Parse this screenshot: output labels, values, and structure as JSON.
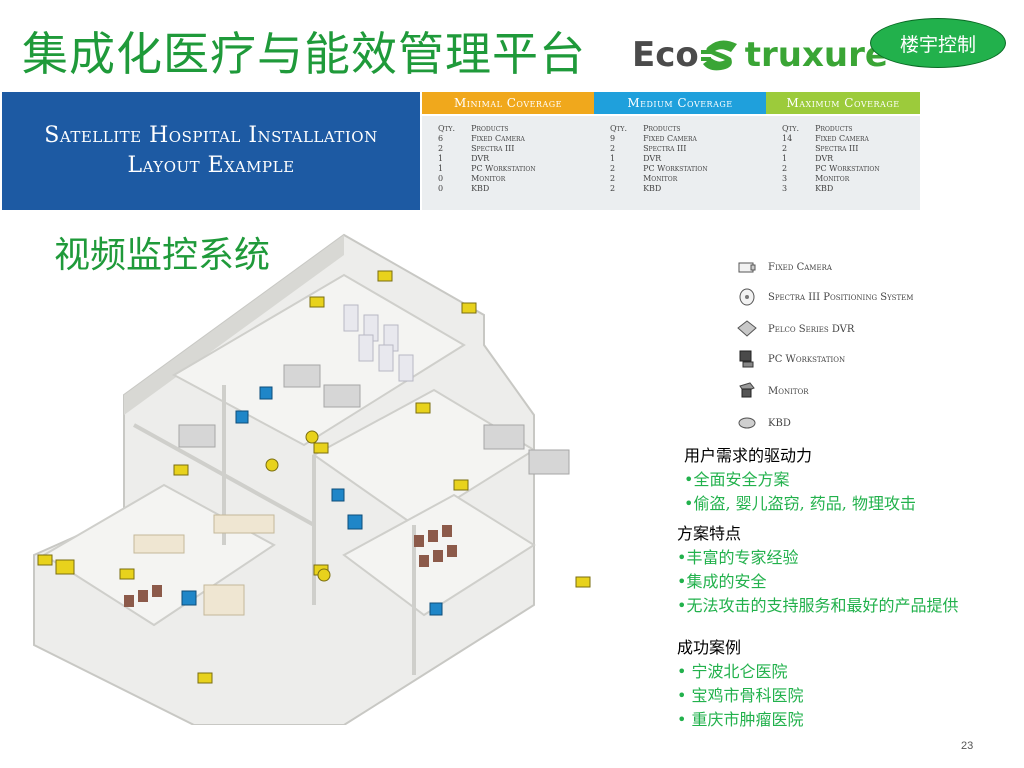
{
  "title": "集成化医疗与能效管理平台",
  "logo": {
    "eco": "Eco",
    "rest": "truxure"
  },
  "badge": "楼宇控制",
  "banner": {
    "left_line1": "Satellite Hospital Installation",
    "left_line2": "Layout Example",
    "columns": [
      {
        "header": "Minimal Coverage",
        "color": "#f0a81c",
        "qty_label": "Qty.",
        "products_label": "Products",
        "rows": [
          [
            "6",
            "Fixed Camera"
          ],
          [
            "2",
            "Spectra III"
          ],
          [
            "1",
            "DVR"
          ],
          [
            "1",
            "PC Workstation"
          ],
          [
            "0",
            "Monitor"
          ],
          [
            "0",
            "KBD"
          ]
        ]
      },
      {
        "header": "Medium Coverage",
        "color": "#1fa0dc",
        "qty_label": "Qty.",
        "products_label": "Products",
        "rows": [
          [
            "9",
            "Fixed Camera"
          ],
          [
            "2",
            "Spectra III"
          ],
          [
            "1",
            "DVR"
          ],
          [
            "2",
            "PC Workstation"
          ],
          [
            "2",
            "Monitor"
          ],
          [
            "2",
            "KBD"
          ]
        ]
      },
      {
        "header": "Maximum Coverage",
        "color": "#9ccb3b",
        "qty_label": "Qty.",
        "products_label": "Products",
        "rows": [
          [
            "14",
            "Fixed Camera"
          ],
          [
            "2",
            "Spectra III"
          ],
          [
            "1",
            "DVR"
          ],
          [
            "2",
            "PC Workstation"
          ],
          [
            "3",
            "Monitor"
          ],
          [
            "3",
            "KBD"
          ]
        ]
      }
    ]
  },
  "video_title": "视频监控系统",
  "legend": [
    {
      "label": "Fixed Camera",
      "icon": "fixed-camera-icon"
    },
    {
      "label": "Spectra III Positioning System",
      "icon": "dome-camera-icon"
    },
    {
      "label": "Pelco Series DVR",
      "icon": "dvr-icon"
    },
    {
      "label": "PC Workstation",
      "icon": "pc-workstation-icon"
    },
    {
      "label": "Monitor",
      "icon": "monitor-icon"
    },
    {
      "label": "KBD",
      "icon": "keyboard-icon"
    }
  ],
  "drivers": {
    "heading": "用户需求的驱动力",
    "items": [
      "•全面安全方案",
      "•偷盗, 婴儿盗窃, 药品, 物理攻击"
    ]
  },
  "features": {
    "heading": "方案特点",
    "items": [
      "•丰富的专家经验",
      "•集成的安全",
      "•无法攻击的支持服务和最好的产品提供"
    ]
  },
  "cases": {
    "heading": "成功案例",
    "items": [
      "• 宁波北仑医院",
      "• 宝鸡市骨科医院",
      "• 重庆市肿瘤医院"
    ]
  },
  "page_number": "23",
  "colors": {
    "title_green": "#1f9a3a",
    "text_green": "#22b14c",
    "banner_blue": "#1d5aa3",
    "camera_yellow": "#e8d21c",
    "device_blue": "#1f86c8"
  }
}
